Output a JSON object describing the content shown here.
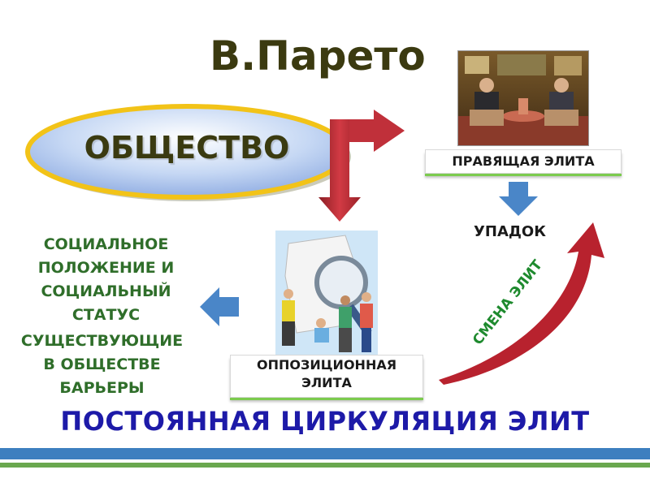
{
  "title": "В.Парето",
  "society": {
    "label": "ОБЩЕСТВО"
  },
  "ruling_elite": {
    "label": "ПРАВЯЩАЯ ЭЛИТА"
  },
  "decline": {
    "label": "УПАДОК"
  },
  "opposition_elite": {
    "label": "ОППОЗИЦИОННАЯ ЭЛИТА"
  },
  "left_text": {
    "status": "СОЦИАЛЬНОЕ ПОЛОЖЕНИЕ И СОЦИАЛЬНЫЙ СТАТУС",
    "barriers": "СУЩЕСТВУЮЩИЕ В ОБЩЕСТВЕ БАРЬЕРЫ"
  },
  "cycle_label": "СМЕНА ЭЛИТ",
  "bottom_title": "ПОСТОЯННАЯ ЦИРКУЛЯЦИЯ ЭЛИТ",
  "colors": {
    "arrow_red": "#c0303a",
    "arrow_blue": "#4a86c8",
    "accent_green": "#7ccb4e",
    "title_blue": "#1d1aa8",
    "stripe_blue": "#3d7fbf",
    "stripe_green": "#6aa84f"
  }
}
